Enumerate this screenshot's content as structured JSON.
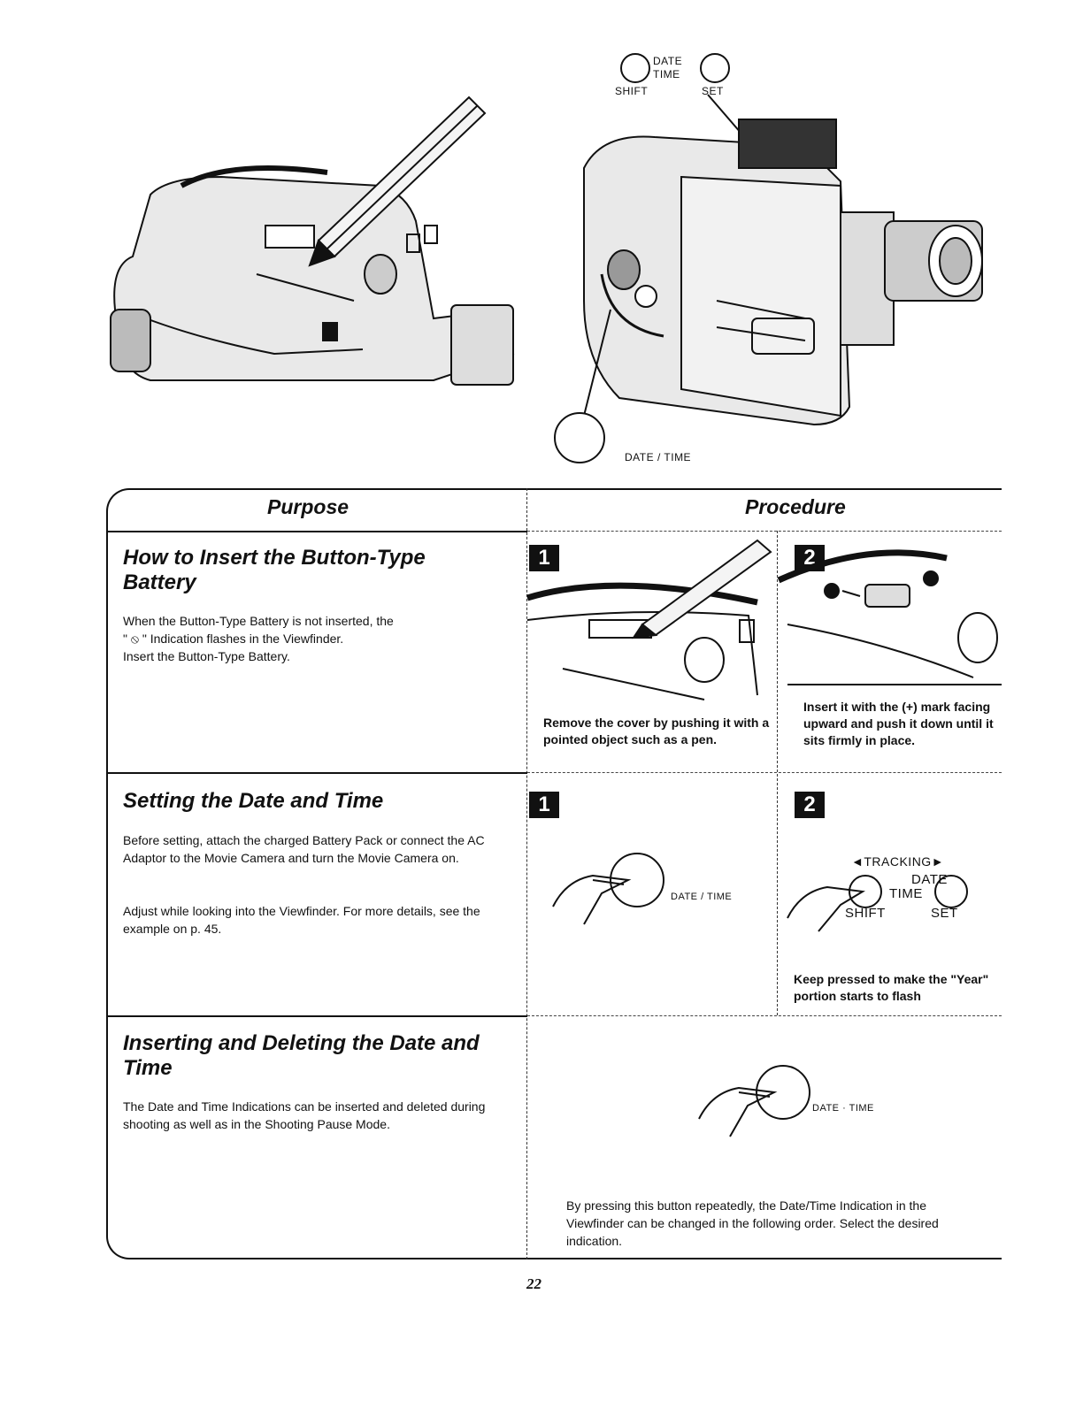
{
  "header_labels": {
    "shift": "SHIFT",
    "set": "SET",
    "date_time_top": "DATE",
    "time_top": "TIME",
    "date_time_bottom": "DATE / TIME"
  },
  "table": {
    "purpose_header": "Purpose",
    "procedure_header": "Procedure"
  },
  "sections": [
    {
      "title": "How to Insert the Button-Type Battery",
      "body_line1": "When the Button-Type Battery is not inserted, the",
      "body_line2": "\"  ⦸  \" Indication flashes in the Viewfinder.",
      "body_line3": "Insert the Button-Type Battery.",
      "step1_num": "1",
      "step1_text": "Remove the cover by pushing it with a pointed object such as a pen.",
      "step2_num": "2",
      "step2_text": "Insert it with the (+) mark facing upward and push it down until it sits firmly in place."
    },
    {
      "title": "Setting the Date and Time",
      "body_para1": "Before setting, attach the charged Battery Pack or connect the AC Adaptor to the Movie Camera and turn the Movie Camera on.",
      "body_para2": "Adjust while looking into the Viewfinder. For more details, see the example on p. 45.",
      "step1_num": "1",
      "step1_label": "DATE / TIME",
      "step2_num": "2",
      "step2_tracking": "◄TRACKING►",
      "step2_date": "DATE",
      "step2_time": "TIME",
      "step2_shift": "SHIFT",
      "step2_set": "SET",
      "step2_text": "Keep pressed to make the \"Year\" portion starts to flash"
    },
    {
      "title": "Inserting and Deleting the Date and Time",
      "body": "The Date and Time Indications can be inserted and deleted during shooting as well as in the Shooting Pause Mode.",
      "button_label": "DATE · TIME",
      "proc_text": "By pressing this button repeatedly, the Date/Time Indication in the Viewfinder can be changed in the following order. Select the desired indication."
    }
  ],
  "page_number": "22"
}
